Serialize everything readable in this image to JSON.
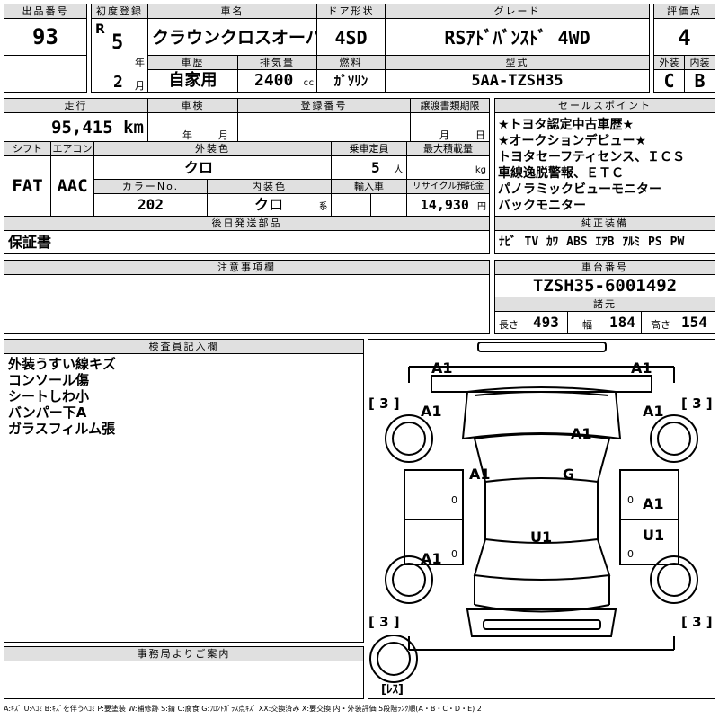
{
  "header": {
    "lot_label": "出品番号",
    "lot_value": "93",
    "first_reg_label": "初度登録",
    "era": "R",
    "reg_year": "5",
    "year_unit": "年",
    "reg_month": "2",
    "month_unit": "月",
    "car_name_label": "車名",
    "car_name": "クラウンクロスオーバ゛ー",
    "door_label": "ドア形状",
    "door": "4SD",
    "grade_label": "グレード",
    "grade": "RSｱﾄﾞﾊﾞﾝｽﾄﾞ 4WD",
    "score_label": "評価点",
    "score": "4",
    "history_label": "車歴",
    "history": "自家用",
    "displacement_label": "排気量",
    "displacement": "2400",
    "displacement_unit": "cc",
    "fuel_label": "燃料",
    "fuel": "ｶﾞｿﾘﾝ",
    "model_label": "型式",
    "model": "5AA-TZSH35",
    "exterior_label": "外装",
    "exterior": "C",
    "interior_label": "内装",
    "interior": "B"
  },
  "row2": {
    "mileage_label": "走行",
    "mileage": "95,415",
    "mileage_unit": "km",
    "inspection_label": "車検",
    "insp_year_unit": "年",
    "insp_month_unit": "月",
    "regno_label": "登録番号",
    "transfer_label": "譲渡書類期限",
    "transfer_month_unit": "月",
    "transfer_day_unit": "日",
    "shift_label": "シフト",
    "shift": "FAT",
    "ac_label": "エアコン",
    "ac": "AAC",
    "ext_color_label": "外装色",
    "ext_color": "クロ",
    "capacity_label": "乗車定員",
    "capacity": "5",
    "capacity_unit": "人",
    "max_load_label": "最大積載量",
    "max_load_unit": "kg",
    "color_no_label": "カラーNo.",
    "color_no": "202",
    "int_color_label": "内装色",
    "int_color": "クロ",
    "int_color_unit": "系",
    "import_label": "輸入車",
    "recycle_label": "リサイクル預託金",
    "recycle": "14,930",
    "recycle_unit": "円",
    "later_parts_label": "後日発送部品",
    "later_parts": "保証書"
  },
  "sales": {
    "label": "セールスポイント",
    "lines": [
      "★トヨタ認定中古車歴★",
      "★オークションデビュー★",
      "トヨタセーフティセンス、ＩＣＳ",
      "車線逸脱警報、ＥＴＣ",
      "パノラミックビューモニター",
      "バックモニター"
    ]
  },
  "equipment": {
    "label": "純正装備",
    "items": [
      "ﾅﾋﾞ",
      "TV",
      "ｶﾜ",
      "ABS",
      "ｴｱB",
      "ｱﾙﾐ",
      "PS",
      "PW"
    ]
  },
  "notes": {
    "label": "注意事項欄"
  },
  "chassis": {
    "label": "車台番号",
    "value": "TZSH35-6001492"
  },
  "specs": {
    "label": "諸元",
    "length_label": "長さ",
    "length": "493",
    "width_label": "幅",
    "width": "184",
    "height_label": "高さ",
    "height": "154"
  },
  "inspector": {
    "label": "検査員記入欄",
    "lines": [
      "外装うすい線キズ",
      "コンソール傷",
      "シートしわ小",
      "バンパー下A",
      "ガラスフィルム張"
    ]
  },
  "office": {
    "label": "事務局よりご案内"
  },
  "diagram": {
    "marks": [
      "A1",
      "A1",
      "A1",
      "A1",
      "A1",
      "A1",
      "G",
      "A1",
      "U1",
      "U1",
      "A1"
    ],
    "tires": [
      "[ 3 ]",
      "[ 3 ]",
      "[ 3 ]",
      "[ 3 ]",
      "[ﾚｽ]"
    ],
    "small_marks": [
      "0",
      "0",
      "0",
      "0"
    ]
  },
  "legend": "A:ｷｽﾞ U:ﾍｺﾐ B:ｷｽﾞを伴うﾍｺﾐ P:要塗装 W:補修跡 S:錆 C:腐食 G:ﾌﾛﾝﾄｶﾞﾗｽ点ｷｽﾞ XX:交換済み X:要交換 内・外装評価 5段階ﾗﾝｸ順(A・B・C・D・E) 2"
}
